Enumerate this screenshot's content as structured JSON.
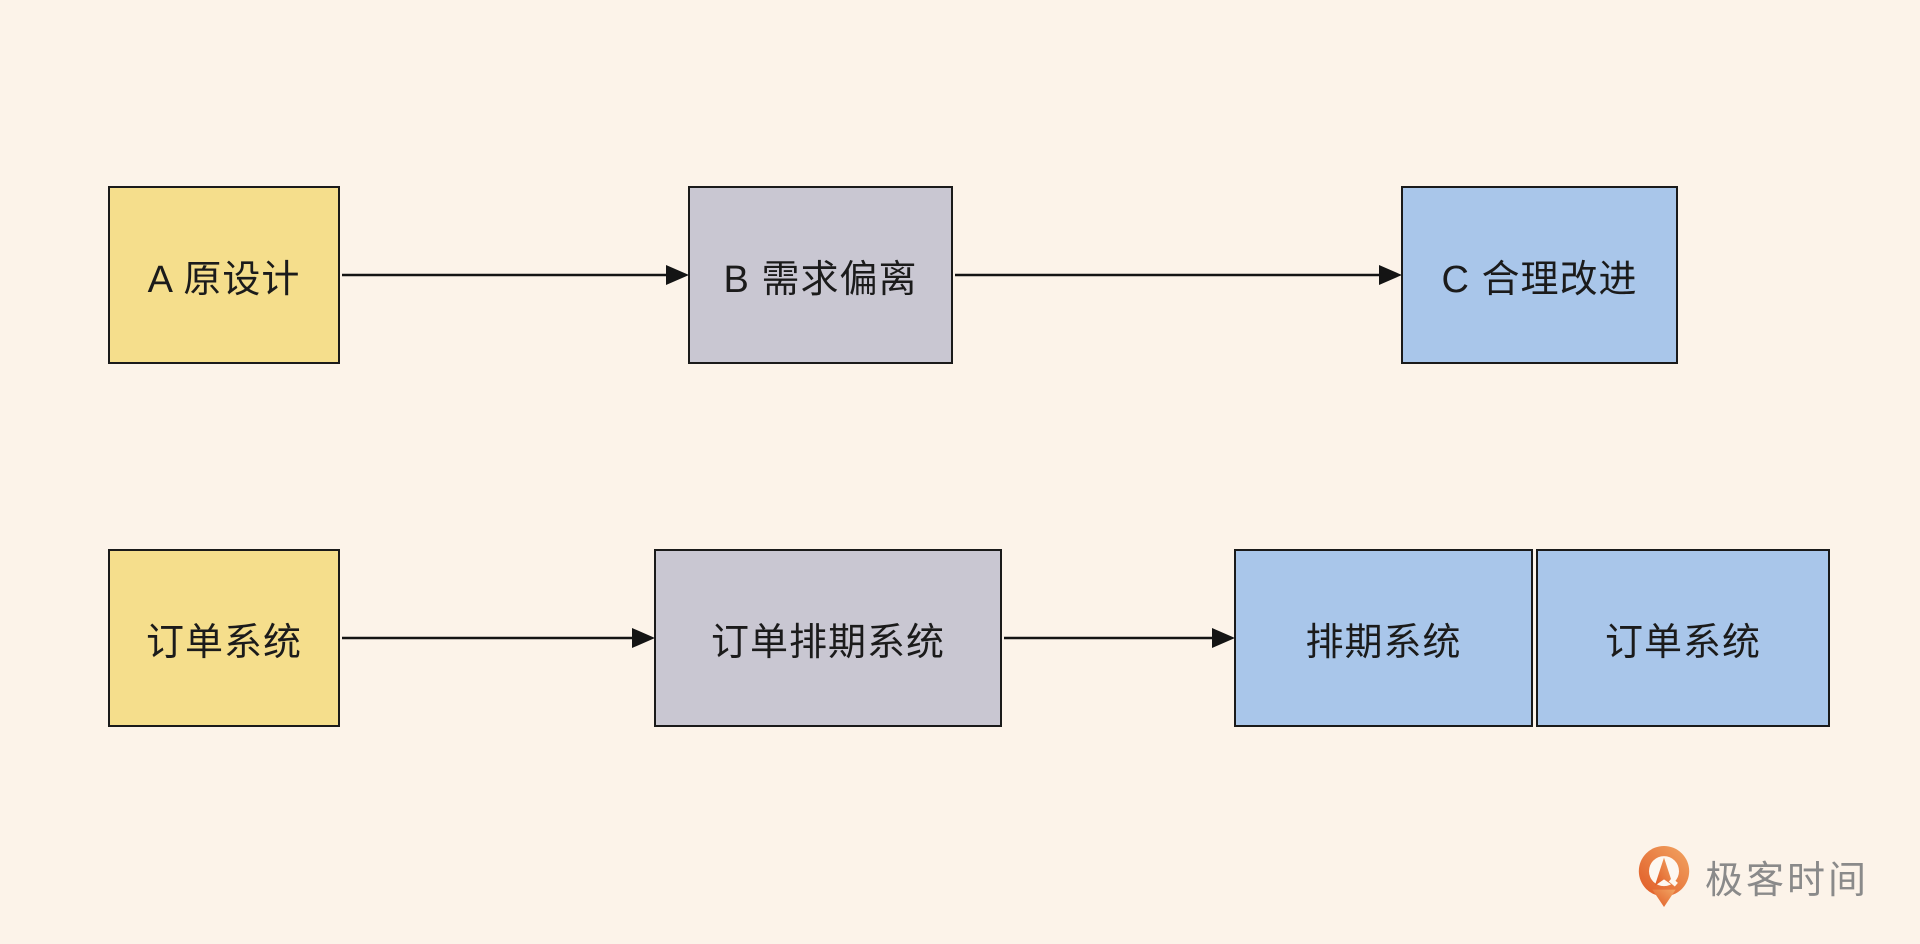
{
  "canvas": {
    "background": "#FCF3E9"
  },
  "colors": {
    "node_yellow": "#F5DE8C",
    "node_gray": "#C9C7D2",
    "node_blue": "#A9C6EA",
    "node_border": "#1A1A1A",
    "arrow_black": "#141414",
    "logo_text_gray": "#8A8A8A"
  },
  "flow_top": {
    "nodes": [
      {
        "label": "A 原设计"
      },
      {
        "label": "B 需求偏离"
      },
      {
        "label": "C 合理改进"
      }
    ]
  },
  "flow_bottom": {
    "nodes": [
      {
        "label": "订单系统"
      },
      {
        "label": "订单排期系统"
      },
      {
        "label": "排期系统"
      },
      {
        "label": "订单系统"
      }
    ]
  },
  "watermark": {
    "brand": "极客时间"
  }
}
